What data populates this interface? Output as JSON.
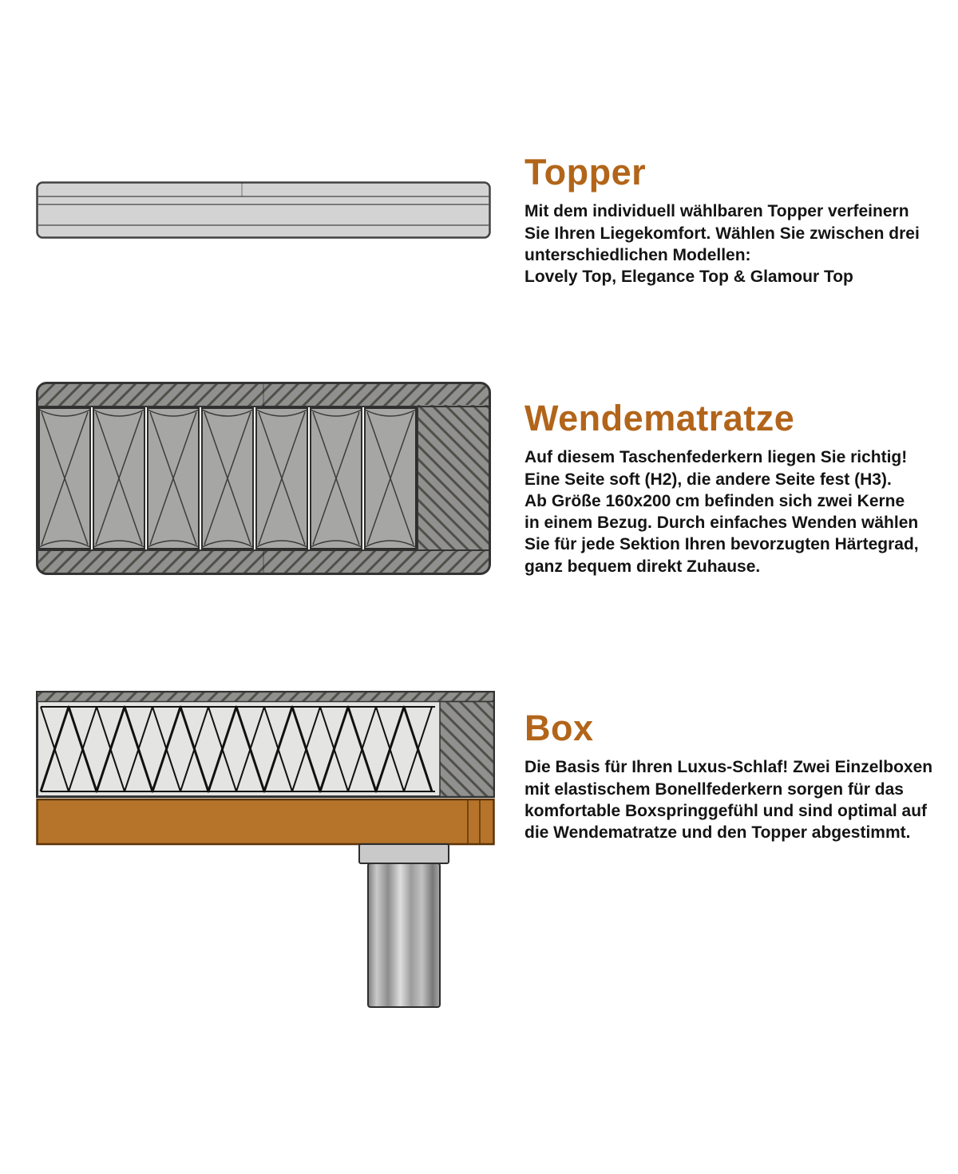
{
  "colors": {
    "accent": "#b2651a",
    "body_text": "#141414",
    "wood": "#b5742a",
    "diagram_gray": "#90908e",
    "topper_gray": "#d3d3d3",
    "metal_gray": "#9c9c9c"
  },
  "sections": {
    "topper": {
      "heading": "Topper",
      "body": "Mit dem individuell wählbaren Topper verfeinern\nSie Ihren Liegekomfort. Wählen Sie zwischen drei\nunterschiedlichen Modellen:\nLovely Top, Elegance Top & Glamour Top"
    },
    "wendematratze": {
      "heading": "Wendematratze",
      "body": "Auf diesem Taschenfederkern liegen Sie richtig!\nEine Seite soft (H2), die andere Seite fest (H3).\nAb Größe 160x200 cm befinden sich zwei Kerne\nin einem Bezug. Durch einfaches Wenden wählen\nSie für jede Sektion Ihren bevorzugten Härtegrad,\nganz bequem direkt Zuhause."
    },
    "box": {
      "heading": "Box",
      "body": "Die Basis für Ihren Luxus-Schlaf! Zwei Einzelboxen\nmit elastischem Bonellfederkern sorgen für das\nkomfortable Boxspringgefühl und sind optimal auf\ndie Wendematratze und den Topper abgestimmt."
    }
  }
}
